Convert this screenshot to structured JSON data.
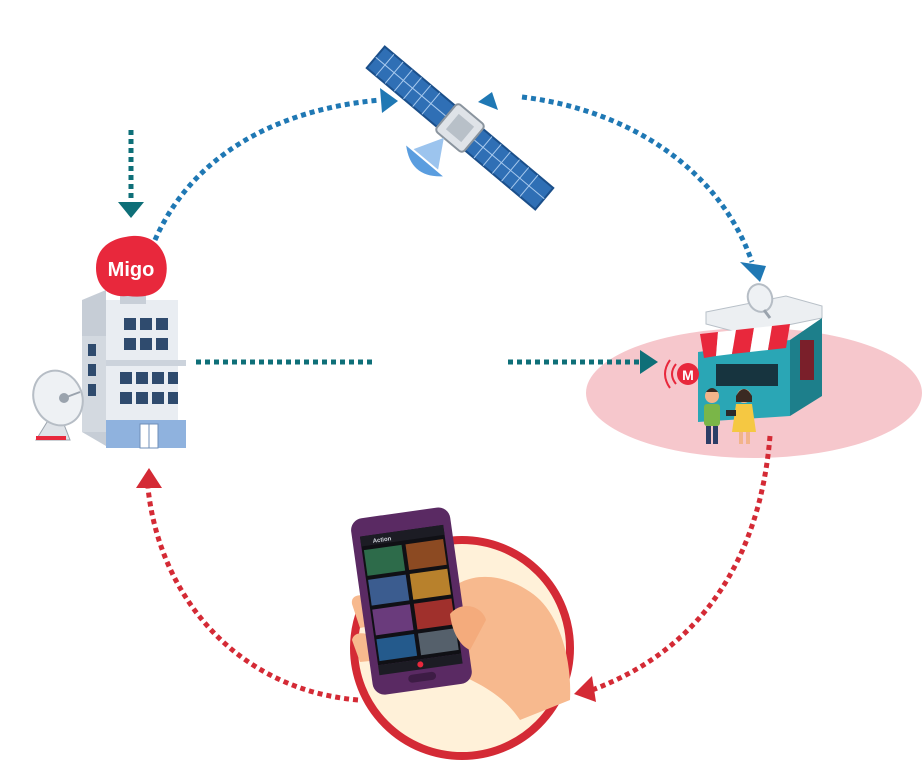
{
  "hq": {
    "logo_text": "Migo"
  },
  "store": {
    "badge_text": "M"
  },
  "phone": {
    "app_header": "Action"
  },
  "colors": {
    "flow_blue": "#1f78b4",
    "flow_teal": "#0e6f78",
    "flow_red": "#d42a35",
    "migo_red": "#e8283c",
    "coverage_pink": "#f6c7cc",
    "phone_purple": "#5a2a63",
    "badge_circle_fill": "#fff1d9"
  },
  "icons": [
    "building-icon",
    "satellite-icon",
    "satellite-dish-icon",
    "store-icon",
    "phone-icon",
    "hand-icon",
    "people-icon",
    "wifi-signal-icon"
  ]
}
